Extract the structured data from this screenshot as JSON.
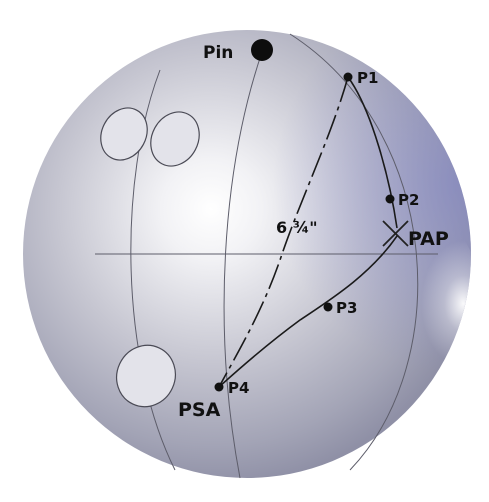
{
  "labels": {
    "pin": "Pin",
    "p1": "P1",
    "p2": "P2",
    "p3": "P3",
    "p4": "P4",
    "pap": "PAP",
    "psa": "PSA",
    "distance": "6 ¾\""
  },
  "icons": {
    "pin_marker": "filled-circle",
    "pap_marker": "x-cross",
    "point_marker": "small-filled-circle"
  },
  "colors": {
    "ball_highlight": "#ffffff",
    "ball_mid": "#c4c4d0",
    "ball_edge": "#8e8fa2",
    "ball_shadow_side": "#8385aa",
    "line": "#1a1a1a",
    "guide_line": "#5a5a66",
    "hole_fill": "#e4e4ea"
  }
}
